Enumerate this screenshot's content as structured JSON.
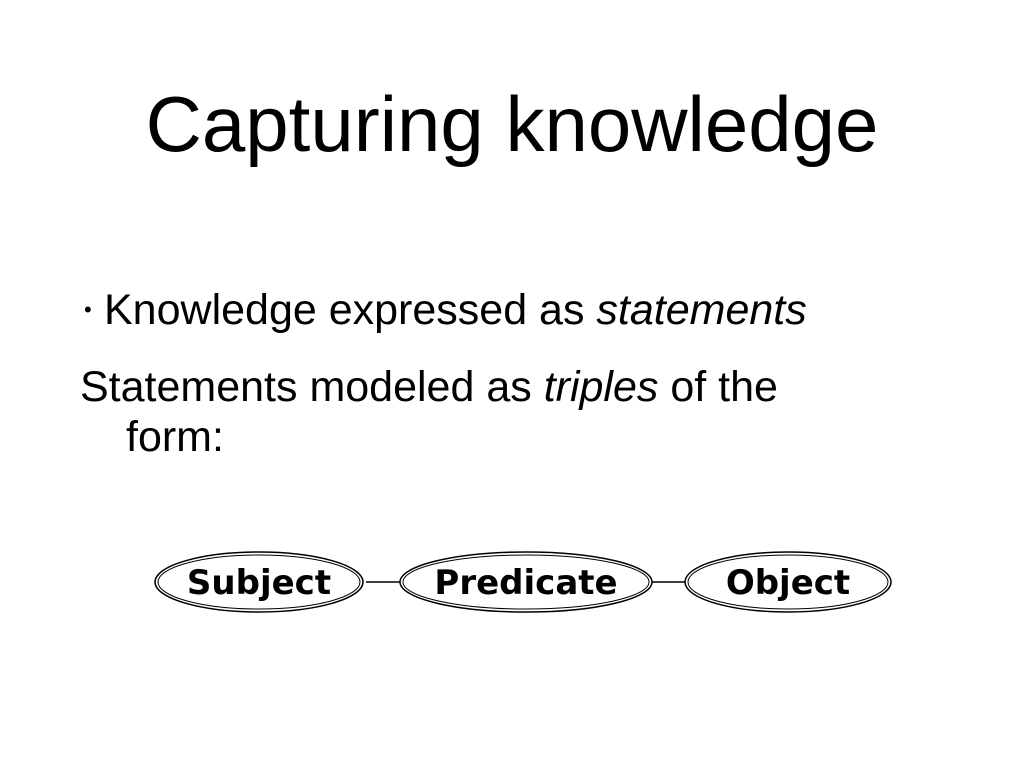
{
  "slide": {
    "title": "Capturing knowledge",
    "bullet": {
      "symbol": "•",
      "text_before": "Knowledge expressed as ",
      "text_emphasis": "statements"
    },
    "paragraph": {
      "text_before": "Statements modeled as ",
      "text_emphasis": "triples",
      "text_after": " of the",
      "text_continued": "form:"
    },
    "triple": {
      "subject": "Subject",
      "predicate": "Predicate",
      "object": "Object"
    }
  },
  "colors": {
    "background": "#ffffff",
    "text": "#000000"
  }
}
